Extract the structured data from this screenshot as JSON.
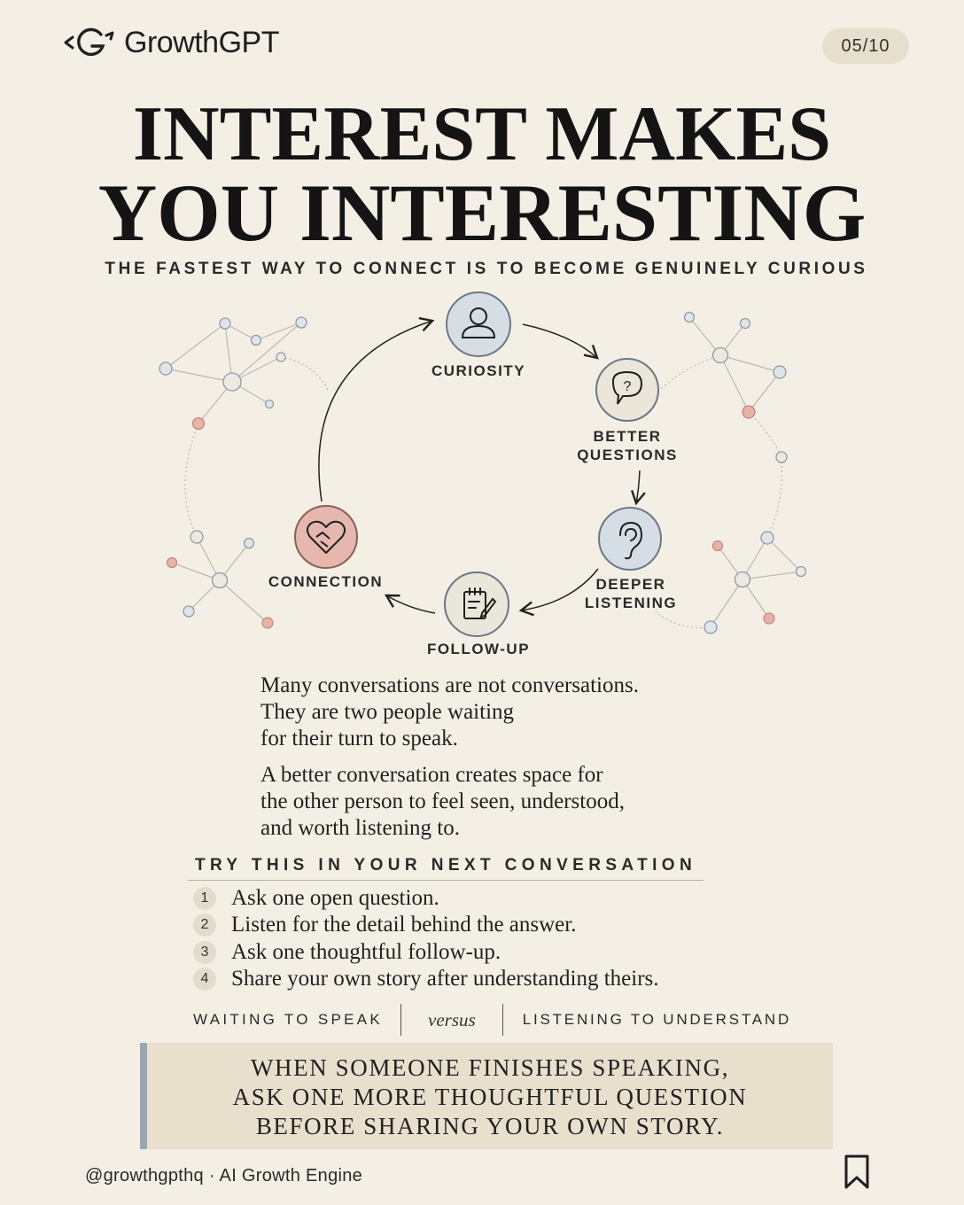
{
  "brand": {
    "name": "GrowthGPT",
    "logo_icon": "growthgpt-logo-icon"
  },
  "page_indicator": "05/10",
  "title": {
    "line1": "INTEREST MAKES",
    "line2": "YOU INTERESTING"
  },
  "subtitle": "THE FASTEST WAY TO CONNECT IS TO BECOME GENUINELY CURIOUS",
  "cycle": {
    "nodes": [
      {
        "label": "CURIOSITY",
        "icon": "person-icon",
        "color": "#d5dde5"
      },
      {
        "label_line1": "BETTER",
        "label_line2": "QUESTIONS",
        "icon": "question-bubble-icon",
        "color": "#ebe6da"
      },
      {
        "label_line1": "DEEPER",
        "label_line2": "LISTENING",
        "icon": "ear-icon",
        "color": "#d5dde5"
      },
      {
        "label": "FOLLOW-UP",
        "icon": "notepad-icon",
        "color": "#ebe6da"
      },
      {
        "label": "CONNECTION",
        "icon": "handshake-heart-icon",
        "color": "#e5b7ad"
      }
    ]
  },
  "body": {
    "p1_line1": "Many conversations are not conversations.",
    "p1_line2": "They are two people waiting",
    "p1_line3": "for their turn to speak.",
    "p2_line1": "A better conversation creates space for",
    "p2_line2": "the other person to feel seen, understood,",
    "p2_line3": "and worth listening to."
  },
  "try_this": {
    "heading": "TRY THIS IN YOUR NEXT CONVERSATION",
    "steps": [
      {
        "num": "1",
        "text": "Ask one open question."
      },
      {
        "num": "2",
        "text": "Listen for the detail behind the answer."
      },
      {
        "num": "3",
        "text": "Ask one thoughtful follow-up."
      },
      {
        "num": "4",
        "text": "Share your own story after understanding theirs."
      }
    ]
  },
  "comparison": {
    "left": "WAITING TO SPEAK",
    "middle": "versus",
    "right": "LISTENING TO UNDERSTAND"
  },
  "callout": {
    "line1": "WHEN SOMEONE FINISHES SPEAKING,",
    "line2": "ASK ONE MORE THOUGHTFUL QUESTION",
    "line3": "BEFORE SHARING YOUR OWN STORY."
  },
  "footer": {
    "text": "@growthgpthq · AI Growth Engine",
    "bookmark_icon": "bookmark-icon"
  },
  "colors": {
    "background": "#f4efe4",
    "accent_blue": "#9aa6b2",
    "accent_rose": "#e5b7ad",
    "callout_bg": "#e8dfcd"
  }
}
